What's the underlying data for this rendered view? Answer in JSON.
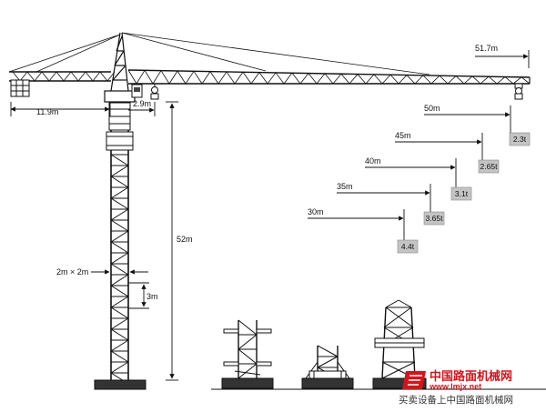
{
  "dimensions": {
    "jib_length": "51.7m",
    "counter_jib": "11.9m",
    "offset": "2.9m",
    "height": "52m",
    "section": "2m × 2m",
    "section_height": "3m"
  },
  "load_chart": [
    {
      "radius": "50m",
      "load": "2.3t"
    },
    {
      "radius": "45m",
      "load": "2.65t"
    },
    {
      "radius": "40m",
      "load": "3.1t"
    },
    {
      "radius": "35m",
      "load": "3.65t"
    },
    {
      "radius": "30m",
      "load": "4.4t"
    }
  ],
  "watermark": {
    "cn": "中国路面机械网",
    "en": "www.lmjx.net",
    "sub": "买卖设备上中国路面机械网"
  },
  "colors": {
    "line": "#111111",
    "box_fill": "#c4c4c4",
    "brand_red": "#d4141b"
  }
}
